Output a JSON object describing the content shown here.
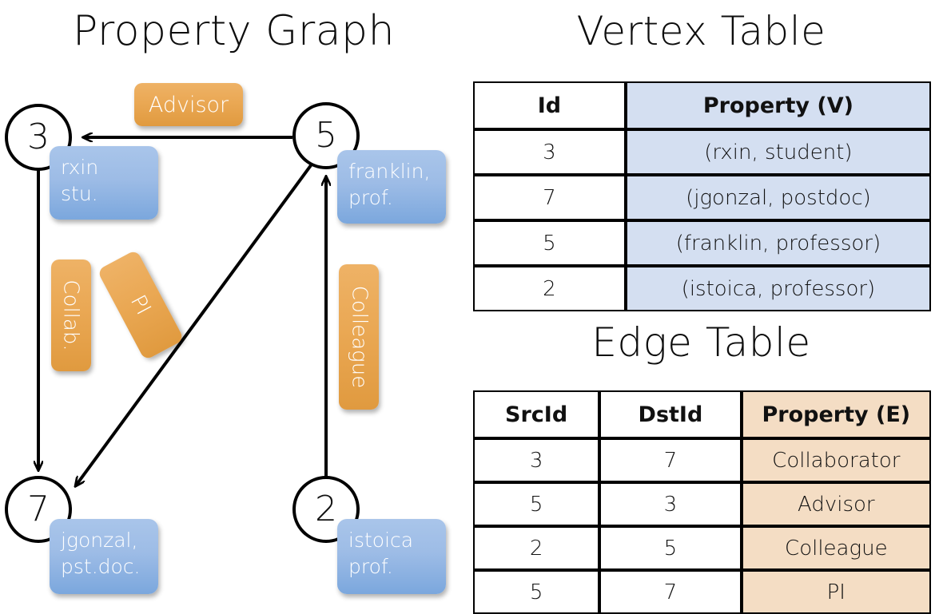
{
  "titles": {
    "property_graph": "Property Graph",
    "vertex_table": "Vertex Table",
    "edge_table": "Edge Table"
  },
  "graph": {
    "nodes": [
      {
        "id": "3",
        "label_line1": "rxin",
        "label_line2": "stu."
      },
      {
        "id": "5",
        "label_line1": "franklin,",
        "label_line2": "prof."
      },
      {
        "id": "7",
        "label_line1": "jgonzal,",
        "label_line2": "pst.doc."
      },
      {
        "id": "2",
        "label_line1": "istoica",
        "label_line2": "prof."
      }
    ],
    "edge_labels": [
      {
        "name": "advisor",
        "text": "Advisor"
      },
      {
        "name": "collab",
        "text": "Collab."
      },
      {
        "name": "pi",
        "text": "PI"
      },
      {
        "name": "colleague",
        "text": "Colleague"
      }
    ],
    "edges": [
      {
        "src": "5",
        "dst": "3",
        "label": "Advisor"
      },
      {
        "src": "3",
        "dst": "7",
        "label": "Collab."
      },
      {
        "src": "5",
        "dst": "7",
        "label": "PI"
      },
      {
        "src": "2",
        "dst": "5",
        "label": "Colleague"
      }
    ]
  },
  "vertex_table": {
    "headers": [
      "Id",
      "Property (V)"
    ],
    "rows": [
      {
        "id": "3",
        "property": "(rxin, student)"
      },
      {
        "id": "7",
        "property": "(jgonzal, postdoc)"
      },
      {
        "id": "5",
        "property": "(franklin, professor)"
      },
      {
        "id": "2",
        "property": "(istoica, professor)"
      }
    ]
  },
  "edge_table": {
    "headers": [
      "SrcId",
      "DstId",
      "Property (E)"
    ],
    "rows": [
      {
        "src": "3",
        "dst": "7",
        "property": "Collaborator"
      },
      {
        "src": "5",
        "dst": "3",
        "property": "Advisor"
      },
      {
        "src": "2",
        "dst": "5",
        "property": "Colleague"
      },
      {
        "src": "5",
        "dst": "7",
        "property": "PI"
      }
    ]
  },
  "colors": {
    "vertex_property_fill": "#d4dff1",
    "edge_property_fill": "#f4ddc4",
    "node_box_blue": "#9dbce6",
    "edge_label_orange": "#eaa854",
    "stroke": "#000000"
  }
}
